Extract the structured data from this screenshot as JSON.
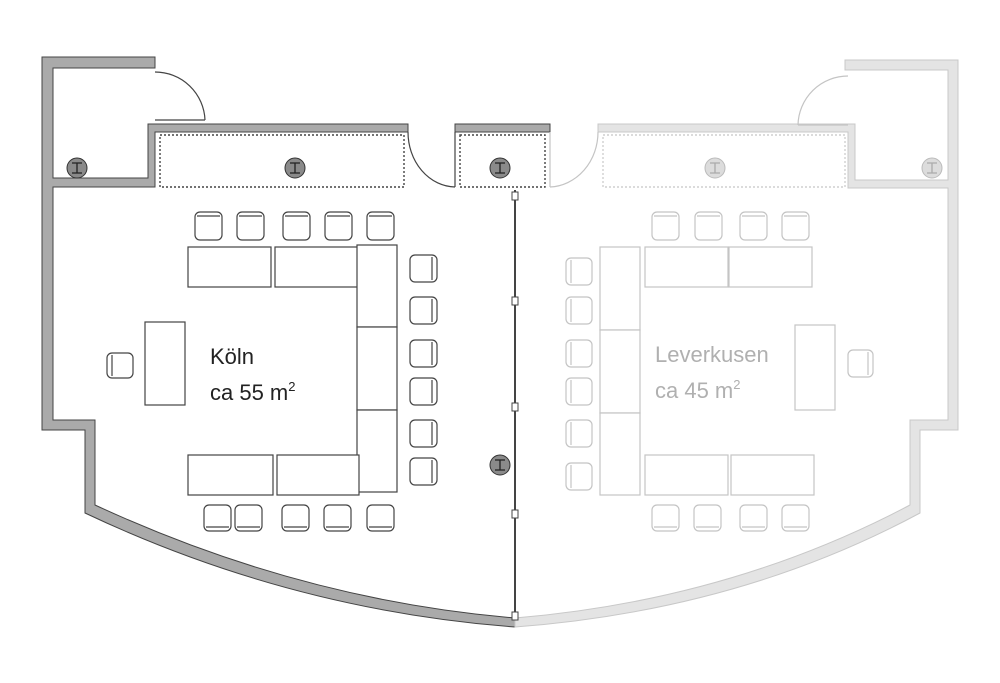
{
  "rooms": [
    {
      "name": "Köln",
      "area_prefix": "ca 55 m",
      "area_sup": "2",
      "color": "#222222"
    },
    {
      "name": "Leverkusen",
      "area_prefix": "ca 45 m",
      "area_sup": "2",
      "color": "#b0b0b0"
    }
  ]
}
